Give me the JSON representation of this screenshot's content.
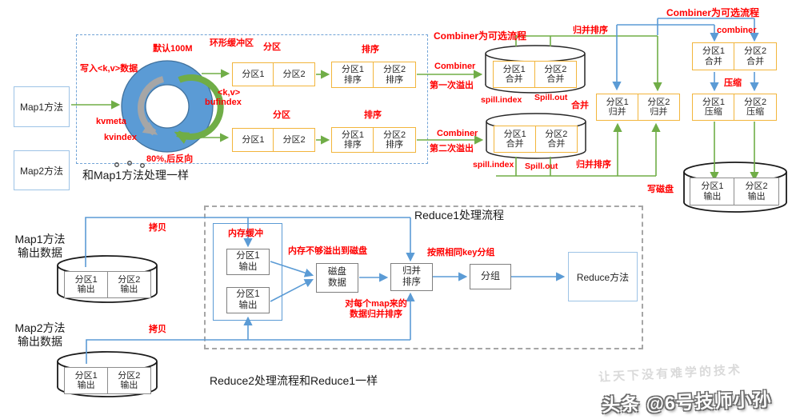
{
  "top": {
    "map1_box": "Map1方法",
    "map2_box": "Map2方法",
    "write_kv": "写入<k,v>数据",
    "default_size": "默认100M",
    "buffer_name": "环形缓冲区",
    "kvmeta": "kvmeta",
    "kvindex": "kvindex",
    "kv": "<k,v>",
    "bufindex": "bufindex",
    "backfill": "80%,后反向",
    "same_as_map1": "和Map1方法处理一样"
  },
  "rows": [
    {
      "partition_label": "分区",
      "sort_label": "排序",
      "combiner": "Combiner",
      "spill": "第一次溢出",
      "p1": "分区1",
      "p2": "分区2",
      "s1t": "分区1",
      "s1b": "排序",
      "s2t": "分区2",
      "s2b": "排序",
      "c1t": "分区1",
      "c1b": "合并",
      "c2t": "分区2",
      "c2b": "合并",
      "spill_index": "spill.index",
      "spill_out": "Spill.out"
    },
    {
      "partition_label": "分区",
      "sort_label": "排序",
      "combiner": "Combiner",
      "spill": "第二次溢出",
      "p1": "分区1",
      "p2": "分区2",
      "s1t": "分区1",
      "s1b": "排序",
      "s2t": "分区2",
      "s2b": "排序",
      "c1t": "分区1",
      "c1b": "合并",
      "c2t": "分区2",
      "c2b": "合并",
      "spill_index": "spill.index",
      "spill_out": "Spill.out"
    }
  ],
  "merge": {
    "optional_left": "Combiner为可选流程",
    "optional_right": "Combiner为可选流程",
    "merge_sort_top": "归并排序",
    "merge_sort_bottom": "归并排序",
    "merge_label": "合并",
    "combiner_lower": "combiner",
    "m1t": "分区1",
    "m1b": "归并",
    "m2t": "分区2",
    "m2b": "归并",
    "h1t": "分区1",
    "h1b": "合并",
    "h2t": "分区2",
    "h2b": "合并",
    "compress_label": "压缩",
    "y1t": "分区1",
    "y1b": "压缩",
    "y2t": "分区2",
    "y2b": "压缩",
    "write_disk": "写磁盘",
    "o1t": "分区1",
    "o1b": "输出",
    "o2t": "分区2",
    "o2b": "输出"
  },
  "reduce": {
    "title": "Reduce1处理流程",
    "map1_l1": "Map1方法",
    "map1_l2": "输出数据",
    "copy1": "拷贝",
    "map2_l1": "Map2方法",
    "map2_l2": "输出数据",
    "copy2": "拷贝",
    "c1t": "分区1",
    "c1b": "输出",
    "c2t": "分区2",
    "c2b": "输出",
    "d1t": "分区1",
    "d1b": "输出",
    "d2t": "分区2",
    "d2b": "输出",
    "mem_label": "内存缓冲",
    "mb1t": "分区1",
    "mb1b": "输出",
    "mb2t": "分区1",
    "mb2b": "输出",
    "overflow_note": "内存不够溢出到磁盘",
    "disk_t": "磁盘",
    "disk_b": "数据",
    "ms_t": "归并",
    "ms_b": "排序",
    "per_map_l1": "对每个map来的",
    "per_map_l2": "数据归并排序",
    "group_note": "按照相同key分组",
    "group_box": "分组",
    "reduce_method": "Reduce方法",
    "reduce2_note": "Reduce2处理流程和Reduce1一样"
  },
  "watermark": {
    "slogan": "让天下没有难学的技术",
    "byline": "头条 @6号技师小孙"
  }
}
